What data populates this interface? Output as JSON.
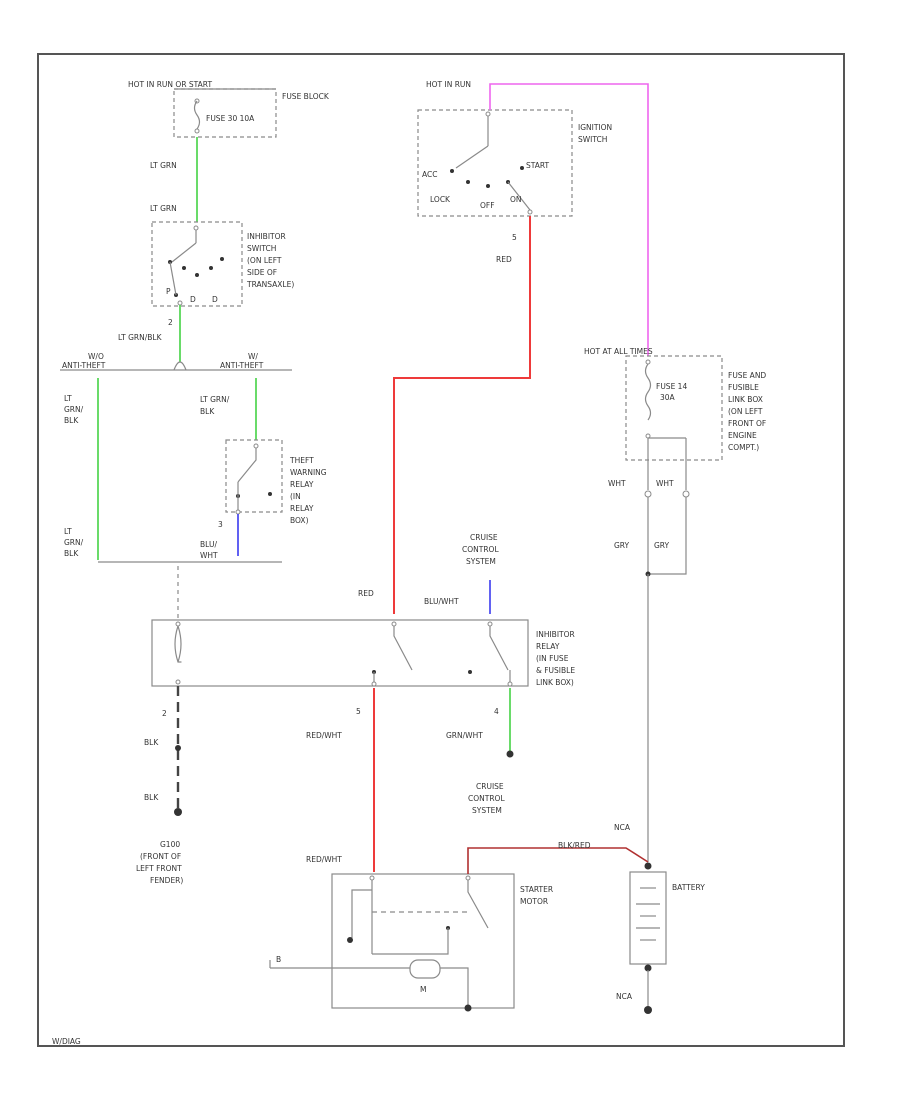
{
  "labels": {
    "hot_fuse_block": "HOT IN RUN OR START",
    "fuse_block": "FUSE BLOCK",
    "fuse_30": "FUSE 30 10A",
    "lt_grn_1": "LT GRN",
    "lt_grn_2": "LT GRN",
    "inhibitor_switch": [
      "INHIBITOR",
      "SWITCH",
      "(ON LEFT",
      "SIDE OF",
      "TRANSAXLE)"
    ],
    "lt_grn_blk_1": "LT GRN/BLK",
    "pin_top_left": "2",
    "wo_anti_theft": [
      "W/O",
      "ANTI-THEFT"
    ],
    "w_anti_theft": [
      "W/",
      "ANTI-THEFT"
    ],
    "lt_grn_blk_left": [
      "LT",
      "GRN/",
      "BLK"
    ],
    "lt_grn_blk_mid": [
      "LT GRN/",
      "BLK"
    ],
    "theft_relay": [
      "THEFT",
      "WARNING",
      "RELAY",
      "(IN",
      "RELAY",
      "BOX)"
    ],
    "pin_theft": "3",
    "lt_grn_blk_bottom": [
      "LT",
      "GRN/",
      "BLK"
    ],
    "blu_wht": [
      "BLU/",
      "WHT"
    ],
    "hot_ign": "HOT IN RUN",
    "ignition_switch": [
      "IGNITION",
      "SWITCH"
    ],
    "acc": "ACC",
    "start": "START",
    "lock": "LOCK",
    "off": "OFF",
    "on": "ON",
    "pin_ign": "5",
    "red_1": "RED",
    "hot_at_all_times": "HOT AT ALL TIMES",
    "fuse_14": [
      "FUSE 14",
      "30A"
    ],
    "fuse_box": [
      "FUSE AND",
      "FUSIBLE",
      "LINK BOX",
      "(ON LEFT",
      "FRONT OF",
      "ENGINE",
      "COMPT.)"
    ],
    "wht_1": "WHT",
    "wht_2": "WHT",
    "gry_1": "GRY",
    "gry_2": "GRY",
    "cruise_top": [
      "CRUISE",
      "CONTROL",
      "SYSTEM"
    ],
    "red_2": "RED",
    "blu_wht_2": "BLU/WHT",
    "inhibitor_relay": [
      "INHIBITOR",
      "RELAY",
      "(IN FUSE",
      "& FUSIBLE",
      "LINK BOX)"
    ],
    "pin_2": "2",
    "blk_1": "BLK",
    "blk_2": "BLK",
    "pin_5": "5",
    "pin_4": "4",
    "red_wht_1": "RED/WHT",
    "grn_wht": "GRN/WHT",
    "cruise_bottom": [
      "CRUISE",
      "CONTROL",
      "SYSTEM"
    ],
    "ground": [
      "G100",
      "(FRONT OF",
      "LEFT FRONT",
      "FENDER)"
    ],
    "nca_1": "NCA",
    "red_wht_2": "RED/WHT",
    "blk_red": "BLK/RED",
    "starter_motor": [
      "STARTER",
      "MOTOR"
    ],
    "battery": "BATTERY",
    "motor_m": "M",
    "b_term": "B",
    "nca_2": "NCA",
    "corner_code": "W/DIAG"
  },
  "colors": {
    "green": "#44d244",
    "red": "#ee3a3a",
    "pink": "#ee66ee",
    "blue": "#3a3aee",
    "dark_red": "#b03030"
  }
}
